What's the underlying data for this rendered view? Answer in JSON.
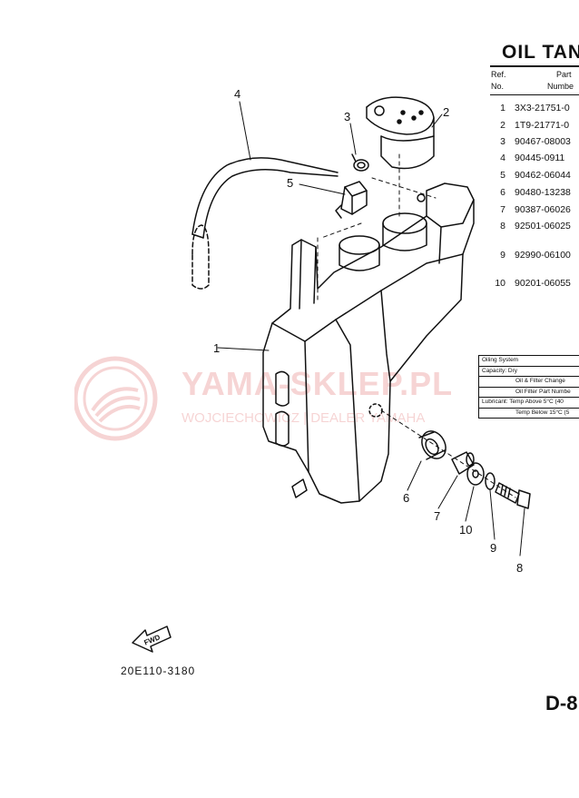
{
  "title": "OIL TAN",
  "table_header": {
    "ref_line1": "Ref.",
    "ref_line2": "No.",
    "part_line1": "Part",
    "part_line2": "Numbe"
  },
  "parts": [
    {
      "ref": "1",
      "part_number": "3X3-21751-0"
    },
    {
      "ref": "2",
      "part_number": "1T9-21771-0"
    },
    {
      "ref": "3",
      "part_number": "90467-08003"
    },
    {
      "ref": "4",
      "part_number": "90445-0911"
    },
    {
      "ref": "5",
      "part_number": "90462-06044"
    },
    {
      "ref": "6",
      "part_number": "90480-13238"
    },
    {
      "ref": "7",
      "part_number": "90387-06026"
    },
    {
      "ref": "8",
      "part_number": "92501-06025"
    },
    {
      "ref": "9",
      "part_number": "92990-06100"
    },
    {
      "ref": "10",
      "part_number": "90201-06055"
    }
  ],
  "spec_table": [
    "Oiling System",
    "Capacity: Dry",
    "Oil & Filter Change",
    "Oil Filter Part Numbe",
    "Lubricant: Temp Above 5°C (40",
    "Temp Below 15°C (5"
  ],
  "callouts": [
    "1",
    "2",
    "3",
    "4",
    "5",
    "6",
    "7",
    "8",
    "9",
    "10"
  ],
  "fwd_label": "FWD",
  "drawing_code": "20E110-3180",
  "page_code": "D-8",
  "watermark": {
    "main": "YAMA-SKLEP.PL",
    "sub": "WOJCIECHOWICZ | DEALER YAMAHA"
  }
}
